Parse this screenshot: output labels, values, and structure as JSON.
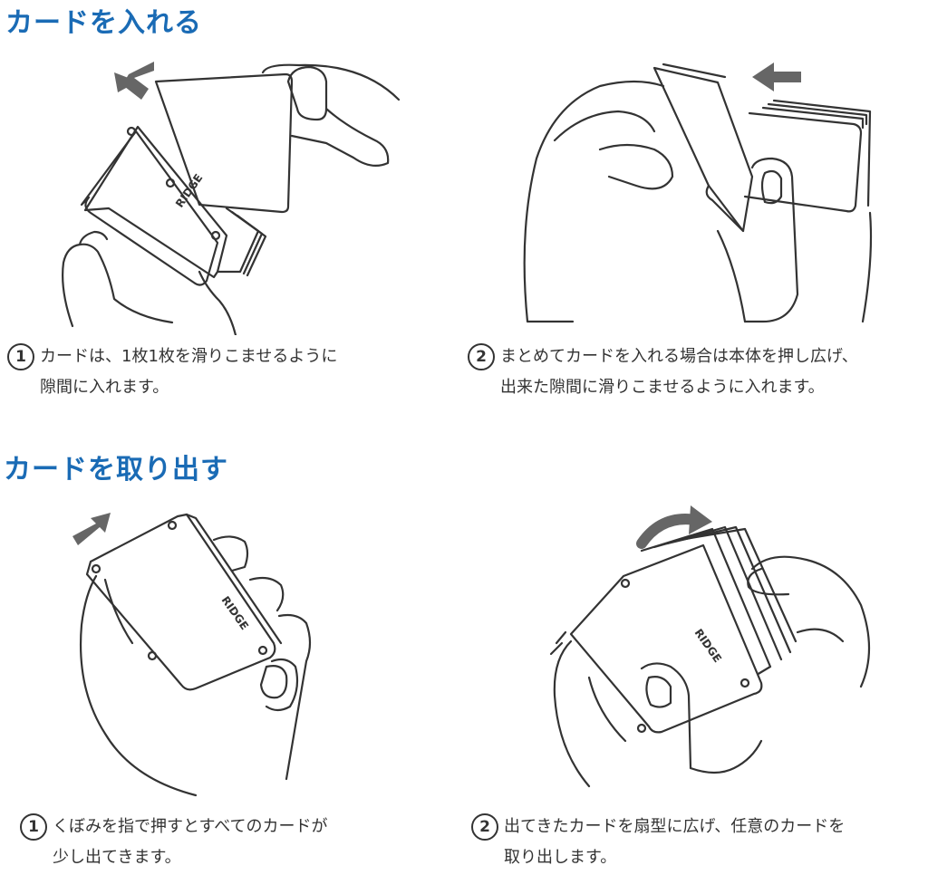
{
  "sections": [
    {
      "title": "カードを入れる",
      "steps": [
        {
          "number": "1",
          "line1": "カードは、1枚1枚を滑りこませるように",
          "line2": "隙間に入れます。"
        },
        {
          "number": "2",
          "line1": "まとめてカードを入れる場合は本体を押し広げ、",
          "line2": "出来た隙間に滑りこませるように入れます。"
        }
      ]
    },
    {
      "title": "カードを取り出す",
      "steps": [
        {
          "number": "1",
          "line1": "くぼみを指で押すとすべてのカードが",
          "line2": "少し出てきます。"
        },
        {
          "number": "2",
          "line1": "出てきたカードを扇型に広げ、任意のカードを",
          "line2": "取り出します。"
        }
      ]
    }
  ],
  "brand_mark": "RIDGE",
  "colors": {
    "title": "#1a6bb5",
    "arrow": "#666666",
    "line": "#333333"
  }
}
